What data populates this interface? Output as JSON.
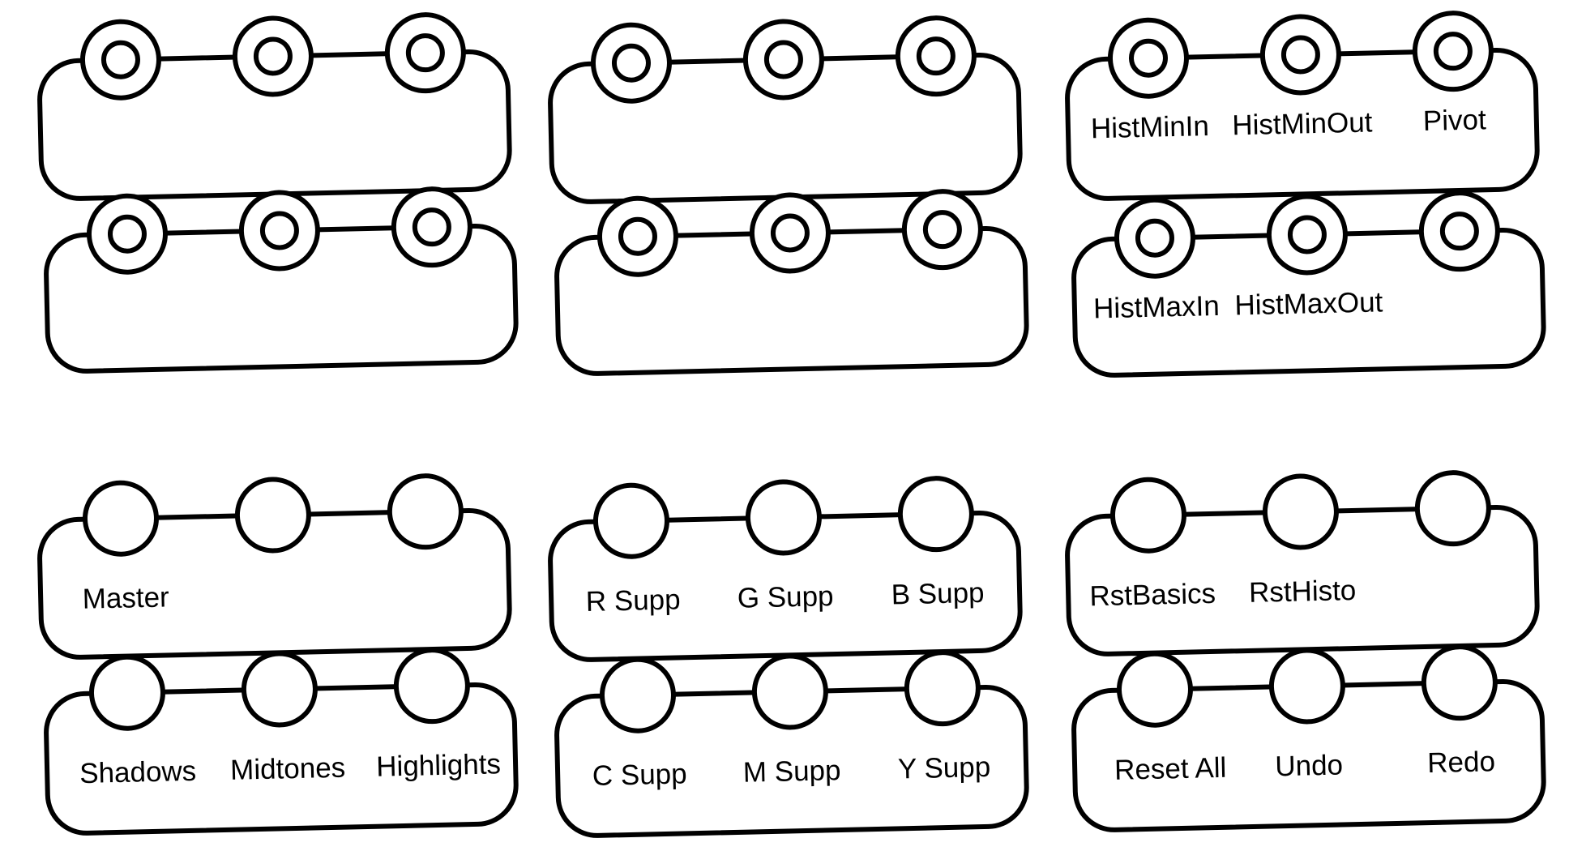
{
  "colors": {
    "line": "#000000",
    "fill": "#ffffff",
    "background": "#ffffff"
  },
  "panels": [
    {
      "id": "top-left",
      "strips": [
        {
          "control": "encoder",
          "count": 3,
          "labels": [
            "",
            "",
            ""
          ]
        },
        {
          "control": "encoder",
          "count": 3,
          "labels": [
            "",
            "",
            ""
          ]
        }
      ]
    },
    {
      "id": "top-middle",
      "strips": [
        {
          "control": "encoder",
          "count": 3,
          "labels": [
            "",
            "",
            ""
          ]
        },
        {
          "control": "encoder",
          "count": 3,
          "labels": [
            "",
            "",
            ""
          ]
        }
      ]
    },
    {
      "id": "top-right",
      "strips": [
        {
          "control": "encoder",
          "count": 3,
          "labels": [
            "HistMinIn",
            "HistMinOut",
            "Pivot"
          ]
        },
        {
          "control": "encoder",
          "count": 3,
          "labels": [
            "HistMaxIn",
            "HistMaxOut",
            ""
          ]
        }
      ]
    },
    {
      "id": "bottom-left",
      "strips": [
        {
          "control": "button",
          "count": 3,
          "labels": [
            "Master",
            "",
            ""
          ]
        },
        {
          "control": "button",
          "count": 3,
          "labels": [
            "Shadows",
            "Midtones",
            "Highlights"
          ]
        }
      ]
    },
    {
      "id": "bottom-middle",
      "strips": [
        {
          "control": "button",
          "count": 3,
          "labels": [
            "R Supp",
            "G Supp",
            "B Supp"
          ]
        },
        {
          "control": "button",
          "count": 3,
          "labels": [
            "C Supp",
            "M Supp",
            "Y Supp"
          ]
        }
      ]
    },
    {
      "id": "bottom-right",
      "strips": [
        {
          "control": "button",
          "count": 3,
          "labels": [
            "RstBasics",
            "RstHisto",
            ""
          ]
        },
        {
          "control": "button",
          "count": 3,
          "labels": [
            "Reset All",
            "Undo",
            "Redo"
          ]
        }
      ]
    }
  ]
}
